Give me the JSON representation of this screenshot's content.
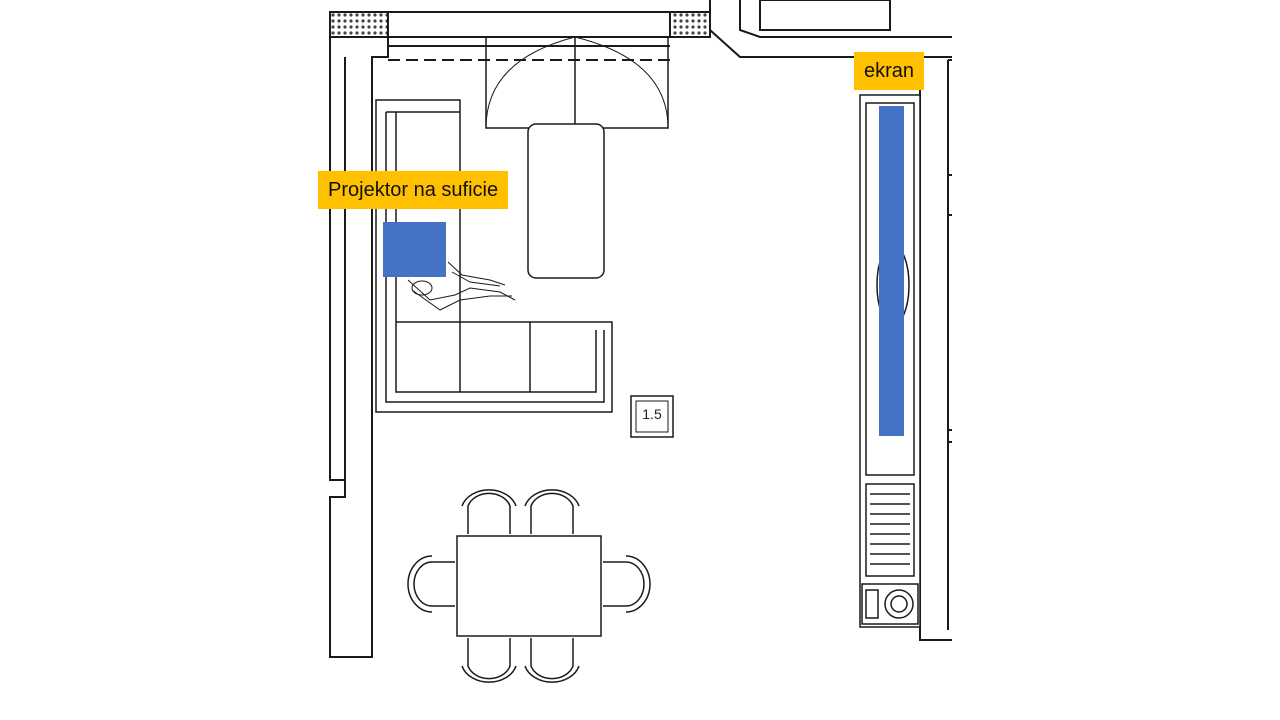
{
  "plan": {
    "room_tag": "1.5"
  },
  "annotations": {
    "projector_label": "Projektor na suficie",
    "screen_label": "ekran"
  },
  "colors": {
    "label_background": "#FFC000",
    "marker_fill": "#4472C4",
    "line": "#1a1a1a",
    "hatch": "#9a9a9a",
    "background": "#ffffff"
  },
  "icons": {
    "projector": "blue-rectangle",
    "screen": "blue-rectangle"
  }
}
